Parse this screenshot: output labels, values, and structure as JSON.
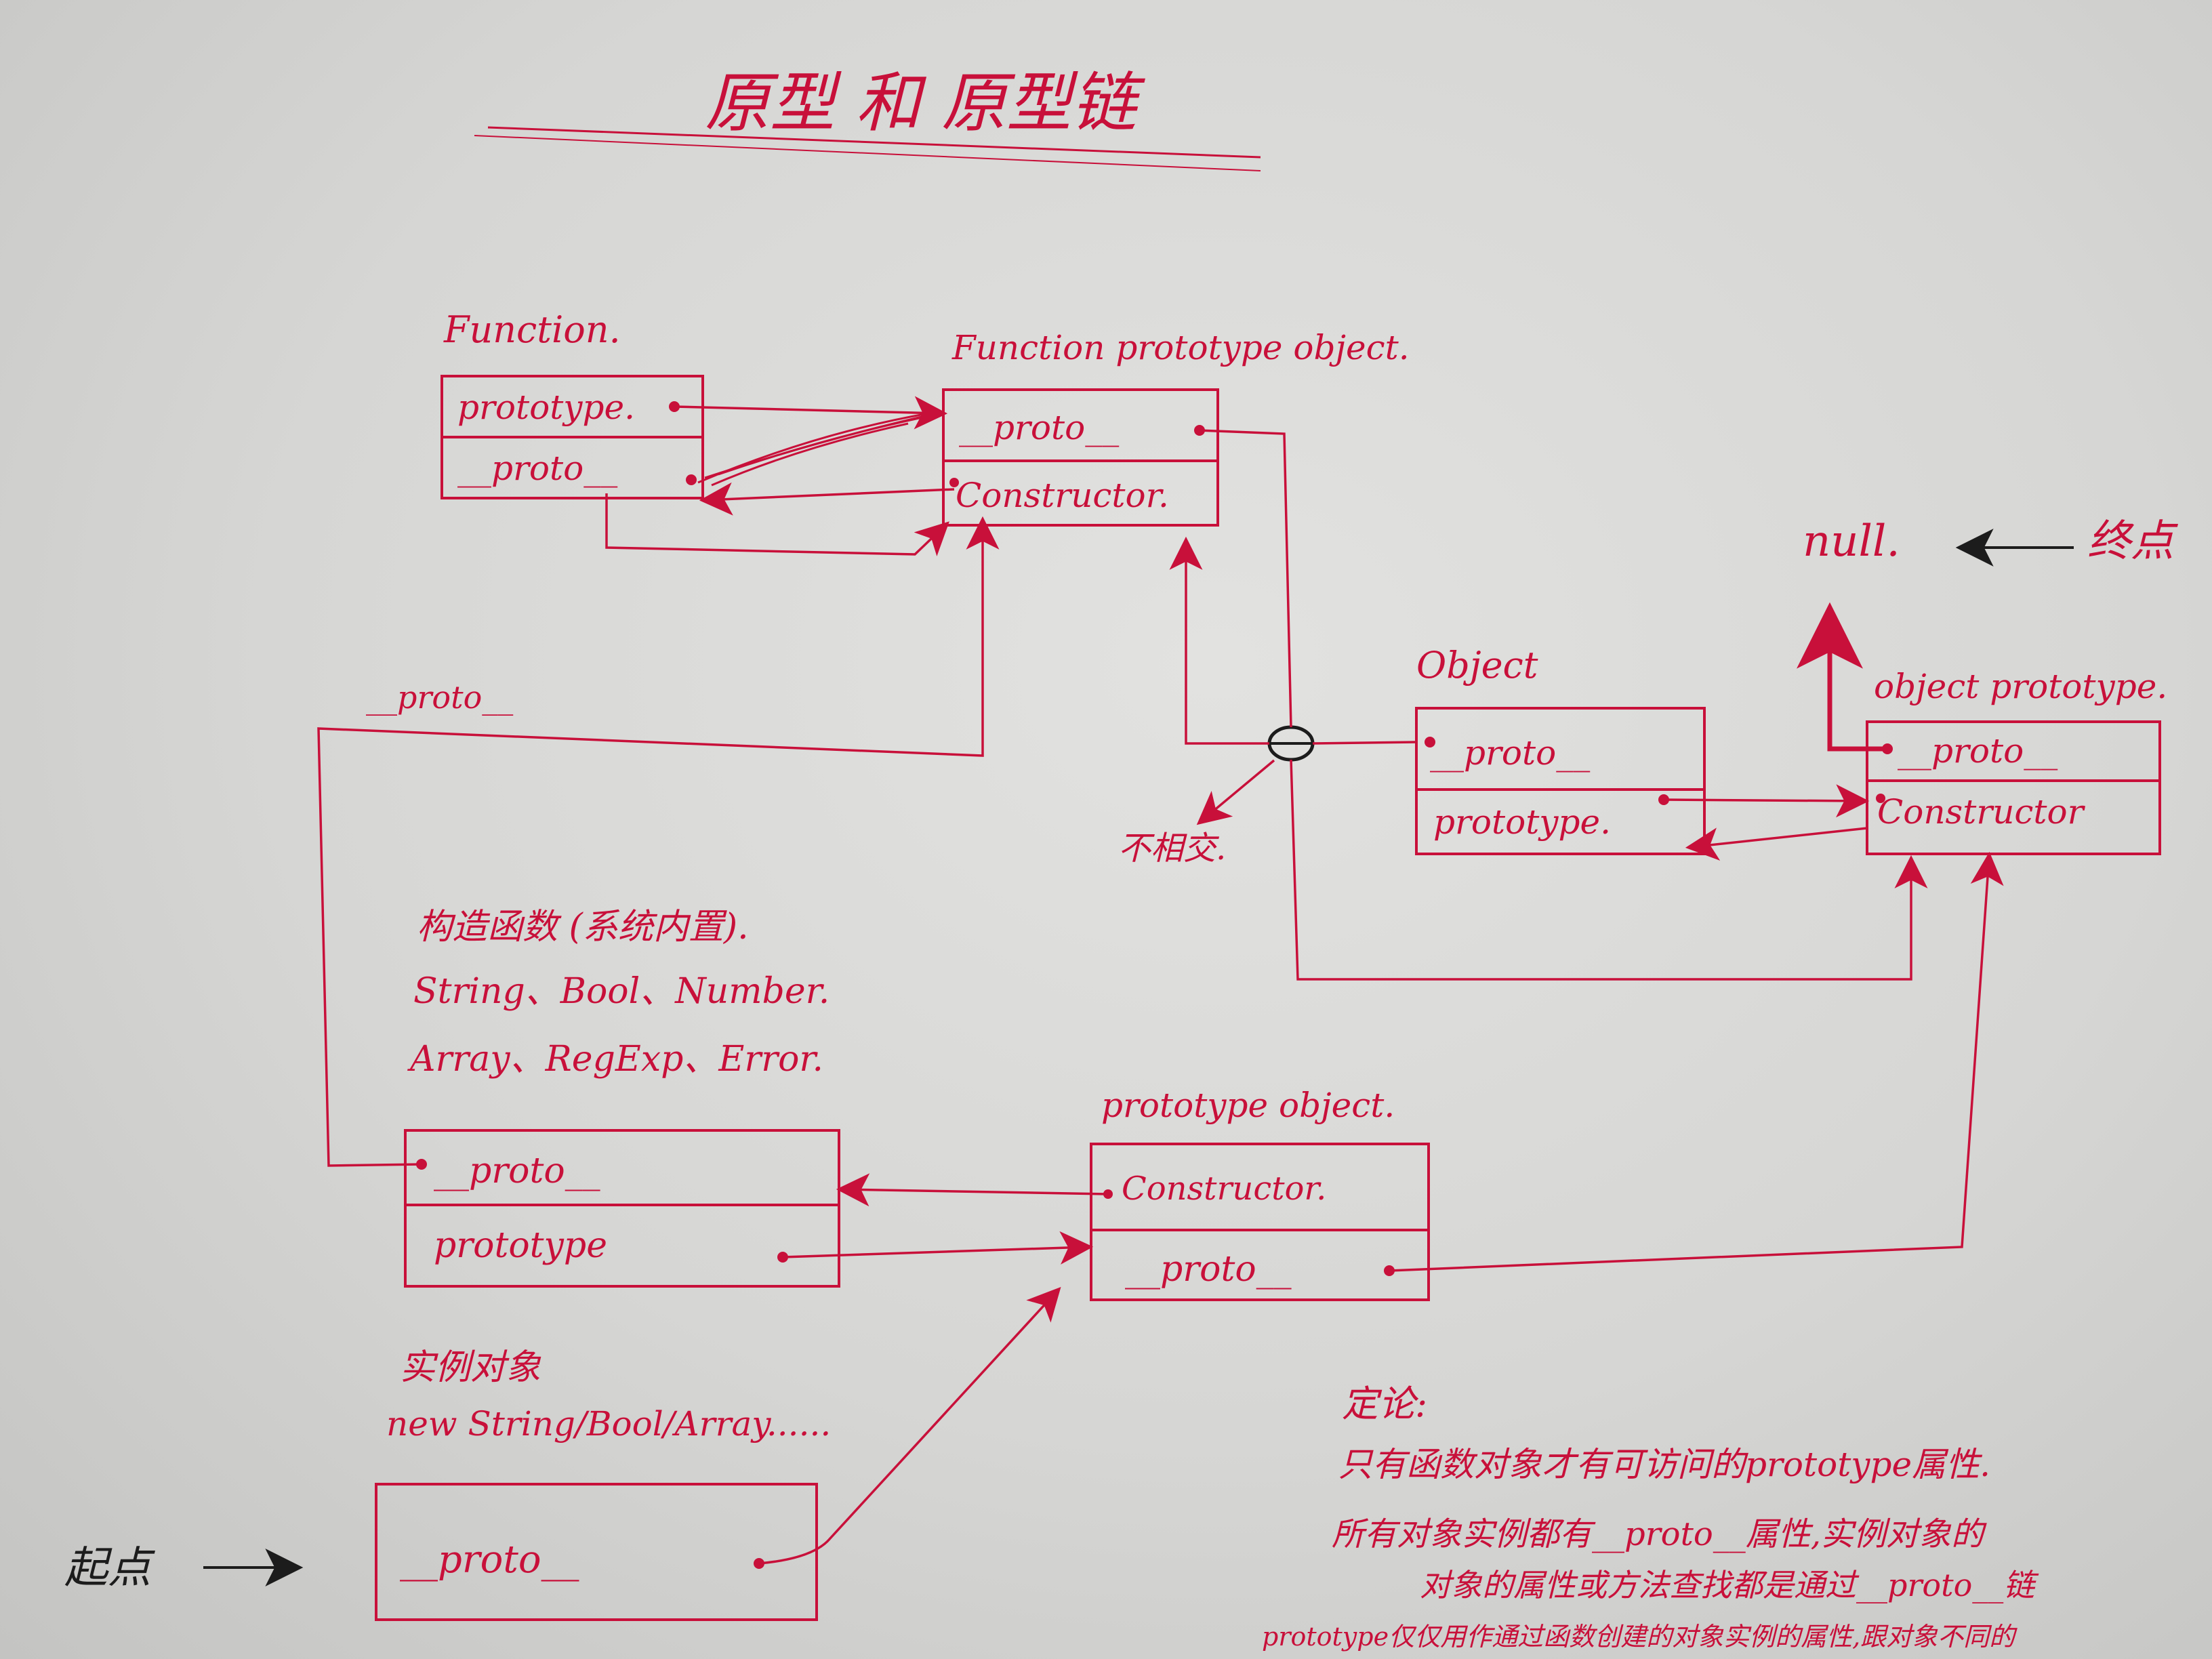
{
  "title": "原型 和 原型链",
  "colors": {
    "ink": "#c8103a",
    "black_ink": "#1c1c1c",
    "paper": "#d8d8d6"
  },
  "nodes": {
    "function": {
      "label": "Function.",
      "rows": [
        "prototype.",
        "__proto__"
      ]
    },
    "function_prototype_object": {
      "label": "Function prototype object.",
      "rows": [
        "__proto__",
        "Constructor."
      ]
    },
    "object": {
      "label": "Object",
      "rows": [
        "__proto__",
        "prototype."
      ]
    },
    "object_prototype": {
      "label": "object prototype.",
      "rows": [
        "__proto__",
        "Constructor"
      ]
    },
    "constructor": {
      "label": "构造函数 (系统内置).",
      "builtins_line1": "String、Bool、Number.",
      "builtins_line2": "Array、RegExp、Error.",
      "rows": [
        "__proto__",
        "prototype"
      ]
    },
    "prototype_object": {
      "label": "prototype object.",
      "rows": [
        "Constructor.",
        "__proto__"
      ]
    },
    "instance": {
      "label": "实例对象",
      "examples": "new String/Bool/Array......",
      "rows": [
        "__proto__"
      ]
    }
  },
  "annotations": {
    "null_label": "null.",
    "end_label": "终点",
    "start_label": "起点",
    "not_equal": "不相交.",
    "proto_edge_label": "__proto__"
  },
  "notes": {
    "heading": "定论:",
    "line1": "只有函数对象才有可访问的prototype属性.",
    "line2": "所有对象实例都有__proto__属性,实例对象的",
    "line3": "对象的属性或方法查找都是通过__proto__链",
    "line4": "prototype仅仅用作通过函数创建的对象实例的属性,跟对象不同的"
  }
}
